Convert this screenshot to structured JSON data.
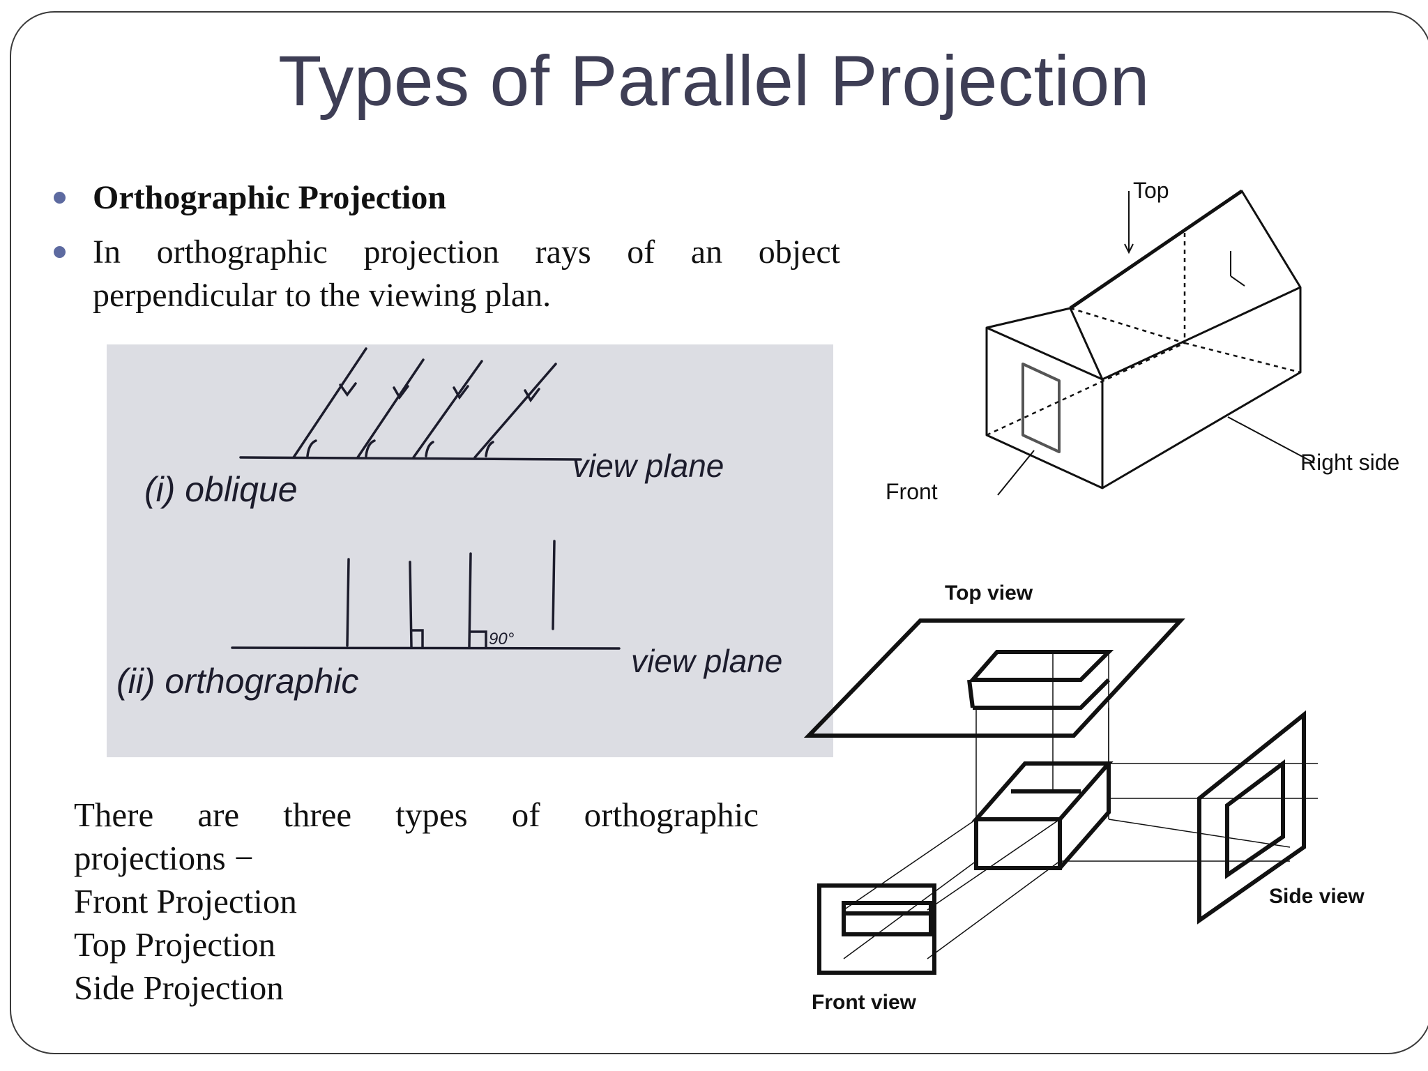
{
  "slide": {
    "title": "Types of Parallel Projection",
    "bullets": [
      {
        "text": "Orthographic Projection",
        "bold": true
      },
      {
        "line1": "In orthographic projection rays of an object",
        "line2": "perpendicular to the viewing plan."
      }
    ],
    "sketch": {
      "oblique_label": "(i) oblique",
      "oblique_plane": "view plane",
      "ortho_label": "(ii) orthographic",
      "ortho_plane": "view plane",
      "angle": "90°"
    },
    "types_intro": "There are three types of orthographic",
    "types_intro_cont": "projections −",
    "types": [
      "Front Projection",
      "Top Projection",
      "Side Projection"
    ],
    "house_labels": {
      "top": "Top",
      "front": "Front",
      "right": "Right side"
    },
    "view_labels": {
      "top": "Top view",
      "side": "Side view",
      "front": "Front view"
    }
  },
  "colors": {
    "title": "#3e3e55",
    "bullet": "#5d6aa0",
    "sketch_bg": "#dcdde3"
  }
}
